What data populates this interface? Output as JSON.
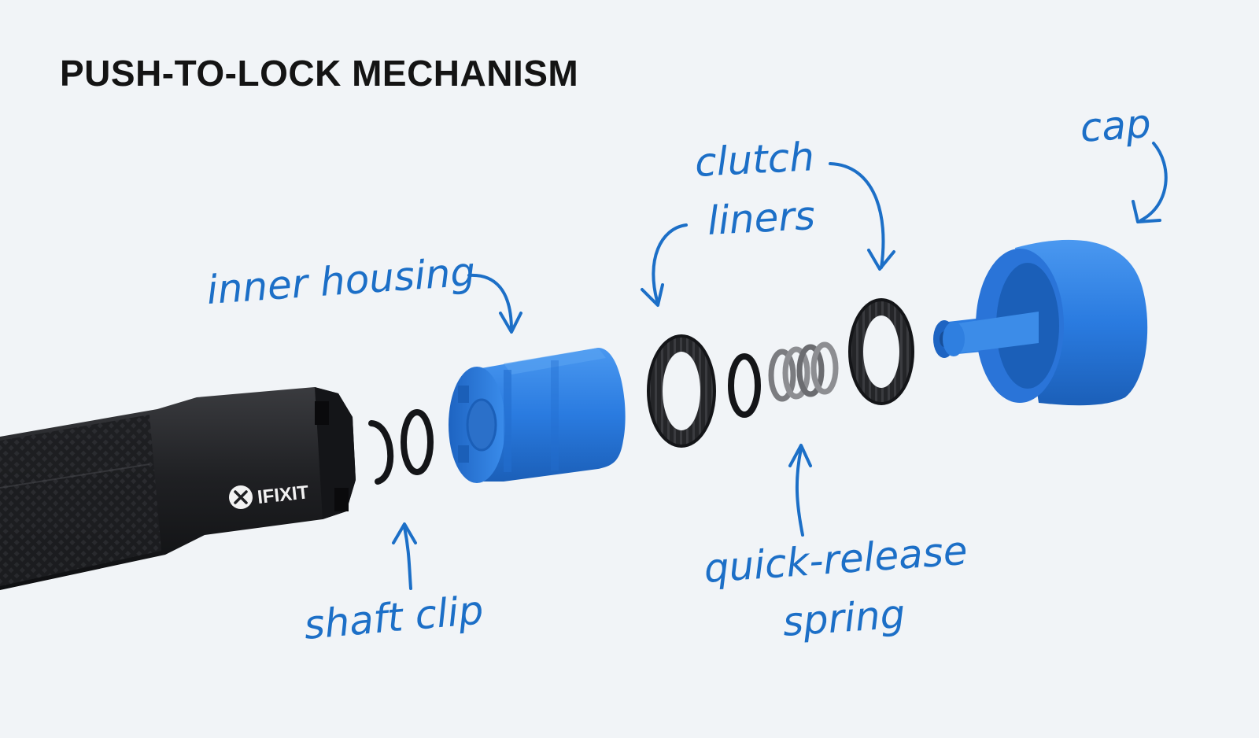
{
  "title": "PUSH-TO-LOCK MECHANISM",
  "labels": {
    "inner_housing": "inner housing",
    "clutch_liners_line1": "clutch",
    "clutch_liners_line2": "liners",
    "cap": "cap",
    "shaft_clip": "shaft clip",
    "quick_release_line1": "quick-release",
    "quick_release_line2": "spring"
  },
  "logo": {
    "text": "IFIXIT",
    "icon": "x-circle-icon"
  },
  "colors": {
    "background": "#f1f4f7",
    "annotation": "#1c6fc7",
    "part_blue": "#2f7fe0",
    "part_black": "#1e1f22"
  }
}
